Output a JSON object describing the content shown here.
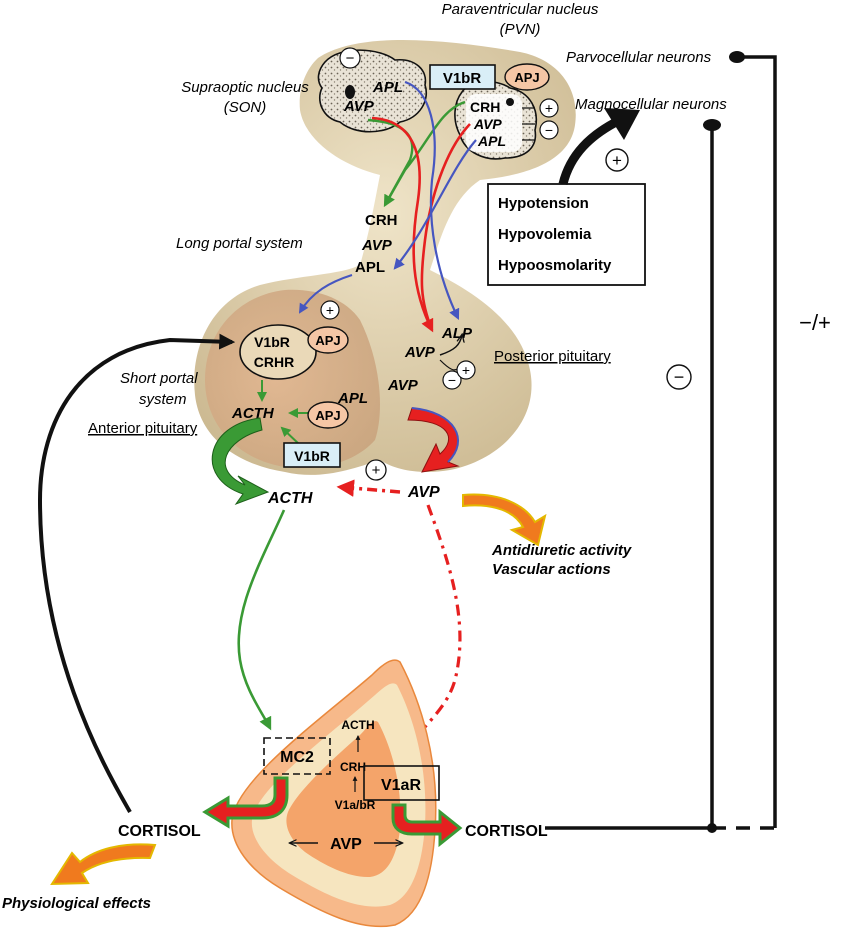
{
  "labels": {
    "pvn": "Paraventricular nucleus",
    "pvn_abbr": "(PVN)",
    "son": "Supraoptic nucleus",
    "son_abbr": "(SON)",
    "parvo": "Parvocellular neurons",
    "magno": "Magnocellular neurons",
    "long_portal": "Long portal system",
    "short_portal_1": "Short portal",
    "short_portal_2": "system",
    "posterior_pituitary": "Posterior pituitary",
    "anterior_pituitary": "Anterior pituitary",
    "antidiuretic": "Antidiuretic activity",
    "vascular": "Vascular actions",
    "physio": "Physiological effects",
    "cortisol_left": "CORTISOL",
    "cortisol_right": "CORTISOL",
    "feedback_right": "−/+",
    "feedback_minus": "−"
  },
  "stimuli": [
    "Hypotension",
    "Hypovolemia",
    "Hypoosmolarity"
  ],
  "hypothalamus": {
    "son_apl": "APL",
    "son_avp": "AVP",
    "v1br": "V1bR",
    "apj": "APJ",
    "pvn_crh": "CRH",
    "pvn_avp": "AVP",
    "pvn_apl": "APL"
  },
  "stalk": {
    "crh": "CRH",
    "avp": "AVP",
    "apl": "APL"
  },
  "posterior": {
    "alp": "ALP",
    "avp": "AVP",
    "avp2": "AVP"
  },
  "anterior": {
    "v1br": "V1bR",
    "crhr": "CRHR",
    "apj": "APJ",
    "apl": "APL",
    "acth": "ACTH",
    "apj2": "APJ",
    "v1br_box": "V1bR"
  },
  "circulation": {
    "acth": "ACTH",
    "avp": "AVP"
  },
  "adrenal": {
    "mc2": "MC2",
    "acth": "ACTH",
    "crh": "CRH",
    "v1abr": "V1a/bR",
    "v1ar": "V1aR",
    "avp": "AVP"
  },
  "signs": {
    "plus": "+",
    "minus": "−"
  },
  "colors": {
    "green": "#3a9a35",
    "red": "#e62020",
    "blue": "#4656c0",
    "black": "#111111",
    "orange": "#f07a1e",
    "tissue": "#d8c9a5",
    "apj_fill": "#f5c6a5",
    "v1br_fill": "#d9eef7",
    "adrenal_outer": "#f7b98a",
    "adrenal_mid": "#f6e5bf",
    "adrenal_inner": "#f4a46a"
  }
}
